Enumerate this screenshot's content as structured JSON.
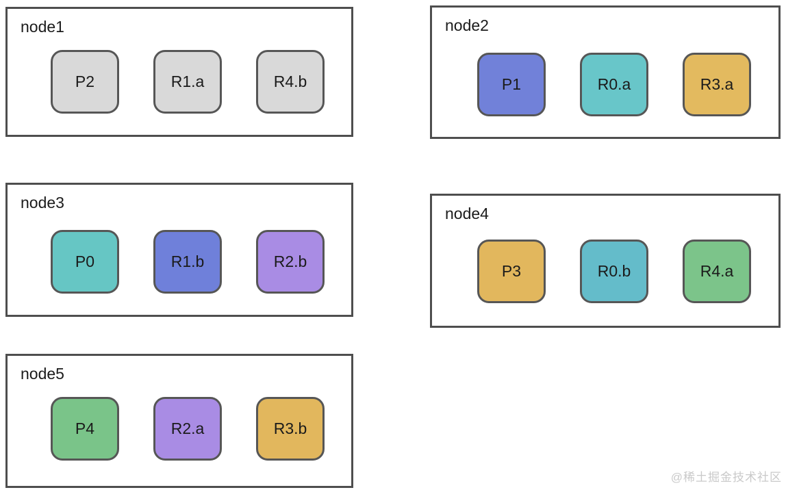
{
  "page": {
    "background": "#ffffff",
    "watermark": "@稀土掘金技术社区"
  },
  "style": {
    "node_border_color": "#4e4e4e",
    "box_border_color": "#565656",
    "text_color": "#1b1b1b",
    "watermark_color": "#c9c9c9"
  },
  "nodes": [
    {
      "label": "node1",
      "boxes": [
        {
          "label": "P2",
          "fill": "#d9d9d9"
        },
        {
          "label": "R1.a",
          "fill": "#d9d9d9"
        },
        {
          "label": "R4.b",
          "fill": "#d9d9d9"
        }
      ]
    },
    {
      "label": "node2",
      "boxes": [
        {
          "label": "P1",
          "fill": "#7181d9"
        },
        {
          "label": "R0.a",
          "fill": "#68c6c9"
        },
        {
          "label": "R3.a",
          "fill": "#e3ba5f"
        }
      ]
    },
    {
      "label": "node3",
      "boxes": [
        {
          "label": "P0",
          "fill": "#66c6c4"
        },
        {
          "label": "R1.b",
          "fill": "#6f80da"
        },
        {
          "label": "R2.b",
          "fill": "#a98ce4"
        }
      ]
    },
    {
      "label": "node4",
      "boxes": [
        {
          "label": "P3",
          "fill": "#e2b75d"
        },
        {
          "label": "R0.b",
          "fill": "#64bcca"
        },
        {
          "label": "R4.a",
          "fill": "#7cc48a"
        }
      ]
    },
    {
      "label": "node5",
      "boxes": [
        {
          "label": "P4",
          "fill": "#7ac489"
        },
        {
          "label": "R2.a",
          "fill": "#a98ce4"
        },
        {
          "label": "R3.b",
          "fill": "#e2b75d"
        }
      ]
    }
  ]
}
